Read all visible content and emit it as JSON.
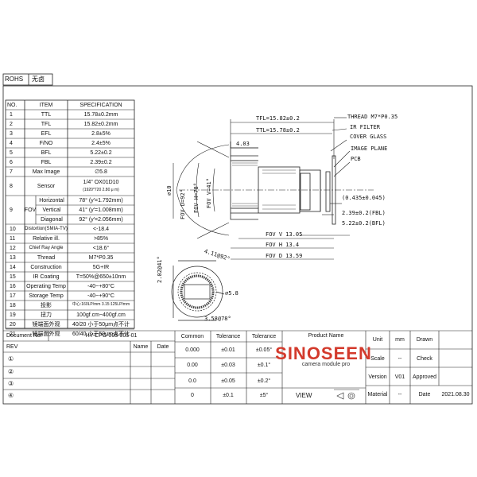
{
  "header": {
    "rohs": "ROHS",
    "rohs_cn": "无卤"
  },
  "spec_table": {
    "headers": [
      "NO.",
      "ITEM",
      "SPECIFICATION"
    ],
    "rows": [
      {
        "no": "1",
        "item": "TTL",
        "spec": "15.78±0.2mm"
      },
      {
        "no": "2",
        "item": "TFL",
        "spec": "15.82±0.2mm"
      },
      {
        "no": "3",
        "item": "EFL",
        "spec": "2.8±5%"
      },
      {
        "no": "4",
        "item": "F/NO",
        "spec": "2.4±5%"
      },
      {
        "no": "5",
        "item": "BFL",
        "spec": "5.22±0.2"
      },
      {
        "no": "6",
        "item": "FBL",
        "spec": "2.39±0.2"
      },
      {
        "no": "7",
        "item": "Max Image",
        "spec": "∅5.8"
      },
      {
        "no": "8",
        "item": "Sensor",
        "spec": "1/4\" OX01D10",
        "spec2": "(1920*720   2.80 μ m)"
      },
      {
        "no": "9",
        "item": "FOV",
        "sub": [
          "Horizontal",
          "Vertical",
          "Diagonal"
        ],
        "spec": [
          "78° (y'=1.792mm)",
          "41° (y'=1.008mm)",
          "92° (y'=2.056mm)"
        ]
      },
      {
        "no": "10",
        "item": "Distortion(SMIA-TV)",
        "spec": "<-18.4"
      },
      {
        "no": "11",
        "item": "Relative ill.",
        "spec": ">85%"
      },
      {
        "no": "12",
        "item": "Chief Ray Angle",
        "spec": "<18.6°"
      },
      {
        "no": "13",
        "item": "Thread",
        "spec": "M7*P0.35"
      },
      {
        "no": "14",
        "item": "Construction",
        "spec": "5G+IR"
      },
      {
        "no": "15",
        "item": "IR Coating",
        "spec": "T=50%@650±10nm"
      },
      {
        "no": "16",
        "item": "Operating Temp",
        "spec": "-40~+80°C"
      },
      {
        "no": "17",
        "item": "Storage Temp",
        "spec": "-40~+90°C"
      },
      {
        "no": "18",
        "item": "投影",
        "spec": "中心:160LP/mm  3.15:125LP/mm"
      },
      {
        "no": "19",
        "item": "扭力",
        "spec": "100gf.cm~400gf.cm"
      },
      {
        "no": "20",
        "item": "镜端面外观",
        "spec": "40/20 小于50μm点不计"
      },
      {
        "no": "21",
        "item": "镜端面外观",
        "spec": "60/40 小于50μm点不计"
      }
    ]
  },
  "drawing": {
    "thread": "THREAD M7*P0.35",
    "ir_filter": "IR FILTER",
    "cover_glass": "COVER GLASS",
    "image_plane": "IMAGE PLANE",
    "pcb": "PCB",
    "tfl": "TFL=15.82±0.2",
    "ttl": "TTL=15.78±0.2",
    "dim_403": "4.03",
    "dim_0435": "(0.435±0.045)",
    "fbl": "2.39±0.2(FBL)",
    "bfl": "5.22±0.2(BFL)",
    "fov_v": "FOV  V  13.05",
    "fov_h": "FOV  H  13.4",
    "fov_d": "FOV  D  13.59",
    "diam10": "∅10",
    "fov_d_angle": "FOV D=92°",
    "fov_h_angle": "FOV H=78°",
    "fov_v_angle": "FOV V=41°",
    "side_top": "4.11@92°",
    "side_left": "2.02@41°",
    "side_diam": "∅5.8",
    "side_bottom": "3.58@78°"
  },
  "title_block": {
    "document_label": "Document  No.",
    "document_no": "HY-CPG-005-005-01",
    "rev": "REV",
    "name": "Name",
    "date": "Date",
    "rev_rows": [
      "①",
      "②",
      "③",
      "④"
    ],
    "tol_headers": [
      "Common",
      "Tolerance",
      "Tolerance"
    ],
    "tol_rows": [
      [
        "0.000",
        "±0.01",
        "±0.05°"
      ],
      [
        "0.00",
        "±0.03",
        "±0.1°"
      ],
      [
        "0.0",
        "±0.05",
        "±0.2°"
      ],
      [
        "0",
        "±0.1",
        "±5°"
      ]
    ],
    "product_name": "Product  Name",
    "logo": "SINOSEEN",
    "logo_sub": "camera module pro",
    "view": "VIEW",
    "unit": "Unit",
    "unit_val": "mm",
    "drawn": "Drawn",
    "scale": "Scale",
    "scale_val": "--",
    "check": "Check",
    "version": "Version",
    "version_val": "V01",
    "approved": "Approved",
    "material": "Material",
    "material_val": "--",
    "date_label": "Date",
    "date_val": "2021.08.30"
  }
}
